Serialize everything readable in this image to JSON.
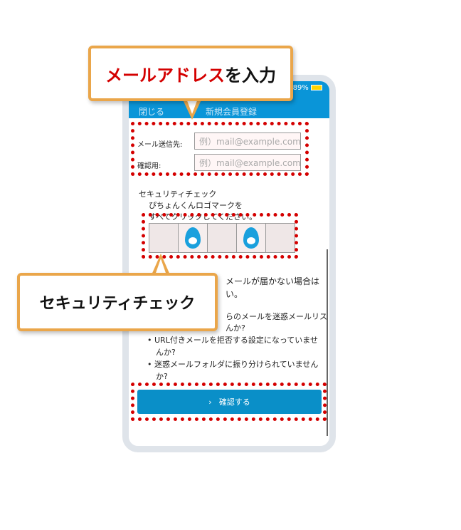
{
  "header": {
    "close_label": "閉じる",
    "title": "新規会員登録",
    "battery": "89%"
  },
  "form": {
    "email_label": "メール送信先:",
    "confirm_label": "確認用:",
    "email_placeholder": "例）mail@example.com",
    "confirm_placeholder": "例）mail@example.com"
  },
  "security": {
    "title": "セキュリティチェック",
    "instruction_1": "ぴちょんくんロゴマークを",
    "instruction_2": "すべてクリックしてください。",
    "cells": [
      false,
      true,
      false,
      true,
      false
    ]
  },
  "notice": {
    "line_1": "メールが届かない場合は",
    "line_2": "い。",
    "bullet_1a": "らのメールを迷惑メールリス",
    "bullet_1b": "んか?",
    "bullet_2": "URL付きメールを拒否する設定になっていませんか?",
    "bullet_3": "迷惑メールフォルダに振り分けられていませんか?"
  },
  "submit": {
    "label": "確認する",
    "icon": "chevron-right-icon"
  },
  "callouts": {
    "email_highlight": "メールアドレス",
    "email_rest": "を入力",
    "security": "セキュリティチェック"
  },
  "colors": {
    "header": "#0a95d8",
    "highlight": "#d40000",
    "callout_border": "#eaa64a"
  }
}
